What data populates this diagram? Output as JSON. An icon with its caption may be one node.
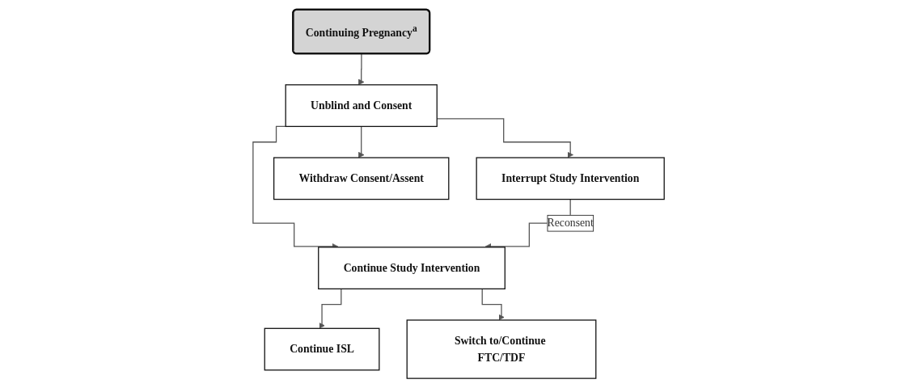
{
  "diagram": {
    "nodes": [
      {
        "text": [
          "Continuing Pregnancy$^{a}$"
        ]
      },
      {
        "text": [
          "Unblind and Consent"
        ]
      },
      {
        "text": [
          "Continue Study Intervention"
        ]
      },
      {
        "text": [
          "Interrupt Study Intervention"
        ]
      },
      {
        "text": [
          "Withdraw Consent/Assent"
        ]
      },
      {
        "text": [
          "Continue ISL"
        ]
      },
      {
        "text": [
          "Switch to/Continue FTC/TDF"
        ]
      }
    ],
    "edges": [
      {
        "from": 0,
        "to": 1,
        "arrow": "to"
      },
      {
        "from": 1,
        "to": 2,
        "arrow": "to"
      },
      {
        "from": 1,
        "to": 3,
        "arrow": "to"
      },
      {
        "from": 1,
        "to": 4,
        "arrow": "to"
      },
      {
        "from": 3,
        "to": 2,
        "arrow": "to",
        "label": "Reconsent"
      },
      {
        "from": 2,
        "to": 5,
        "arrow": "to"
      },
      {
        "from": 2,
        "to": 6,
        "arrow": "to"
      }
    ]
  }
}
